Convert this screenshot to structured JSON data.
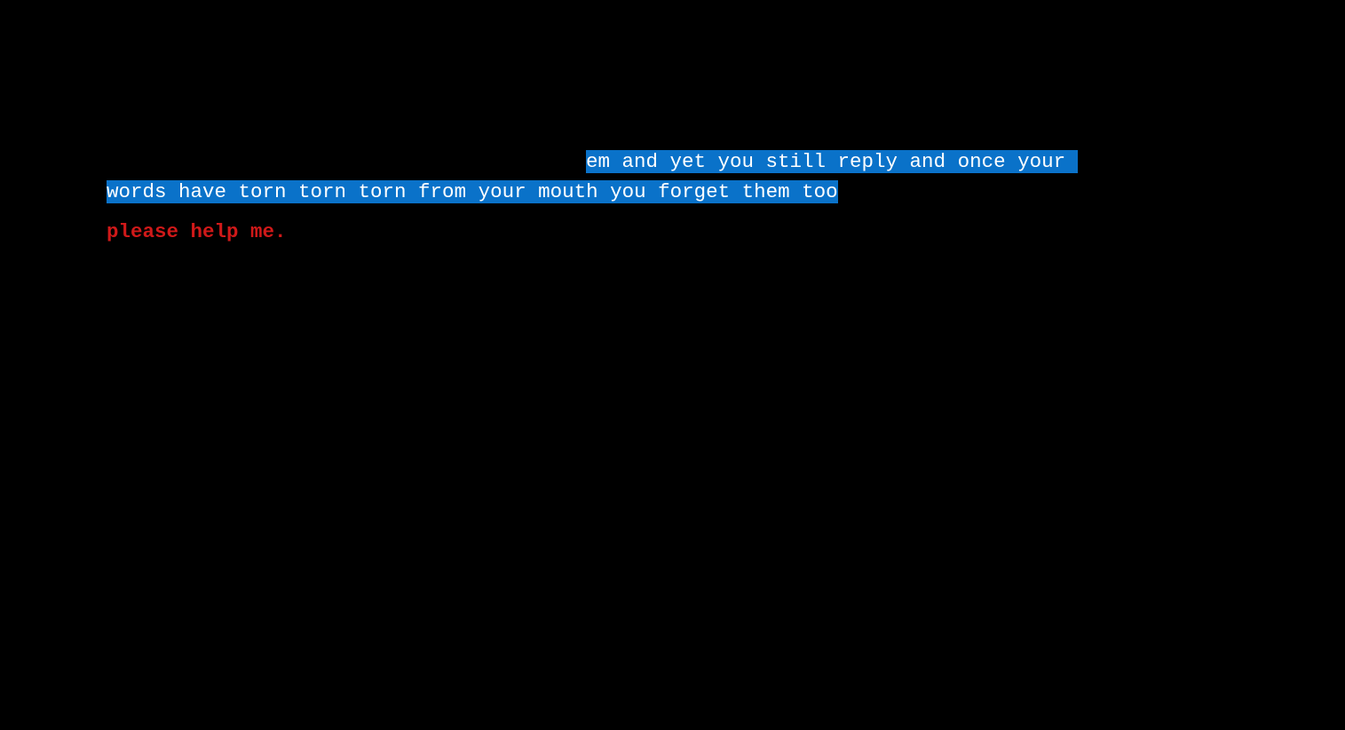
{
  "passage": {
    "line_1": "em and yet you still reply and once your ",
    "line_2": "words have torn torn torn from your mouth you forget them too",
    "selection_color": "#0a72c9",
    "text_color": "#ffffff"
  },
  "plea": {
    "text": "please help me.",
    "color": "#d01919"
  },
  "background_color": "#000000"
}
